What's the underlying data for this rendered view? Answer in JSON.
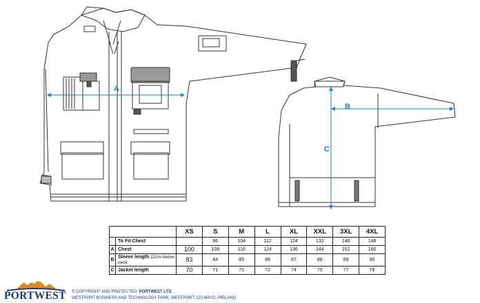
{
  "diagram_labels": {
    "a": "A",
    "b": "B",
    "c": "C"
  },
  "size_table": {
    "sizes": [
      "XS",
      "S",
      "M",
      "L",
      "XL",
      "XXL",
      "3XL",
      "4XL"
    ],
    "rows": [
      {
        "letter": "",
        "label": "To Fit Chest",
        "note": "",
        "values": [
          "",
          "96",
          "104",
          "112",
          "124",
          "132",
          "140",
          "148"
        ]
      },
      {
        "letter": "A",
        "label": "Chest",
        "note": "",
        "values": [
          "100",
          "108",
          "116",
          "124",
          "136",
          "144",
          "152",
          "160"
        ]
      },
      {
        "letter": "B",
        "label": "Sleeve length",
        "note": "12cm below neck",
        "values": [
          "83",
          "84",
          "85",
          "86",
          "87",
          "88",
          "89",
          "90"
        ]
      },
      {
        "letter": "C",
        "label": "Jacket length",
        "note": "",
        "values": [
          "70",
          "71",
          "71",
          "72",
          "74",
          "75",
          "77",
          "79"
        ]
      }
    ]
  },
  "footer": {
    "brand": "PORTWEST",
    "copyright_prefix": "© COPYRIGHT AND PROTECTED: ",
    "copyright_company": "PORTWEST LTD.",
    "address": "WESTPORT BUSINESS AND TECHNOLOGY PARK, WESTPORT, CO MAYO, IRELAND"
  },
  "colors": {
    "measure_line": "#1f7fbf",
    "brand": "#1c3a73",
    "logo_orange": "#e08a1e",
    "garment_stroke": "#333333",
    "pocket_fill": "#9a9a9a"
  }
}
